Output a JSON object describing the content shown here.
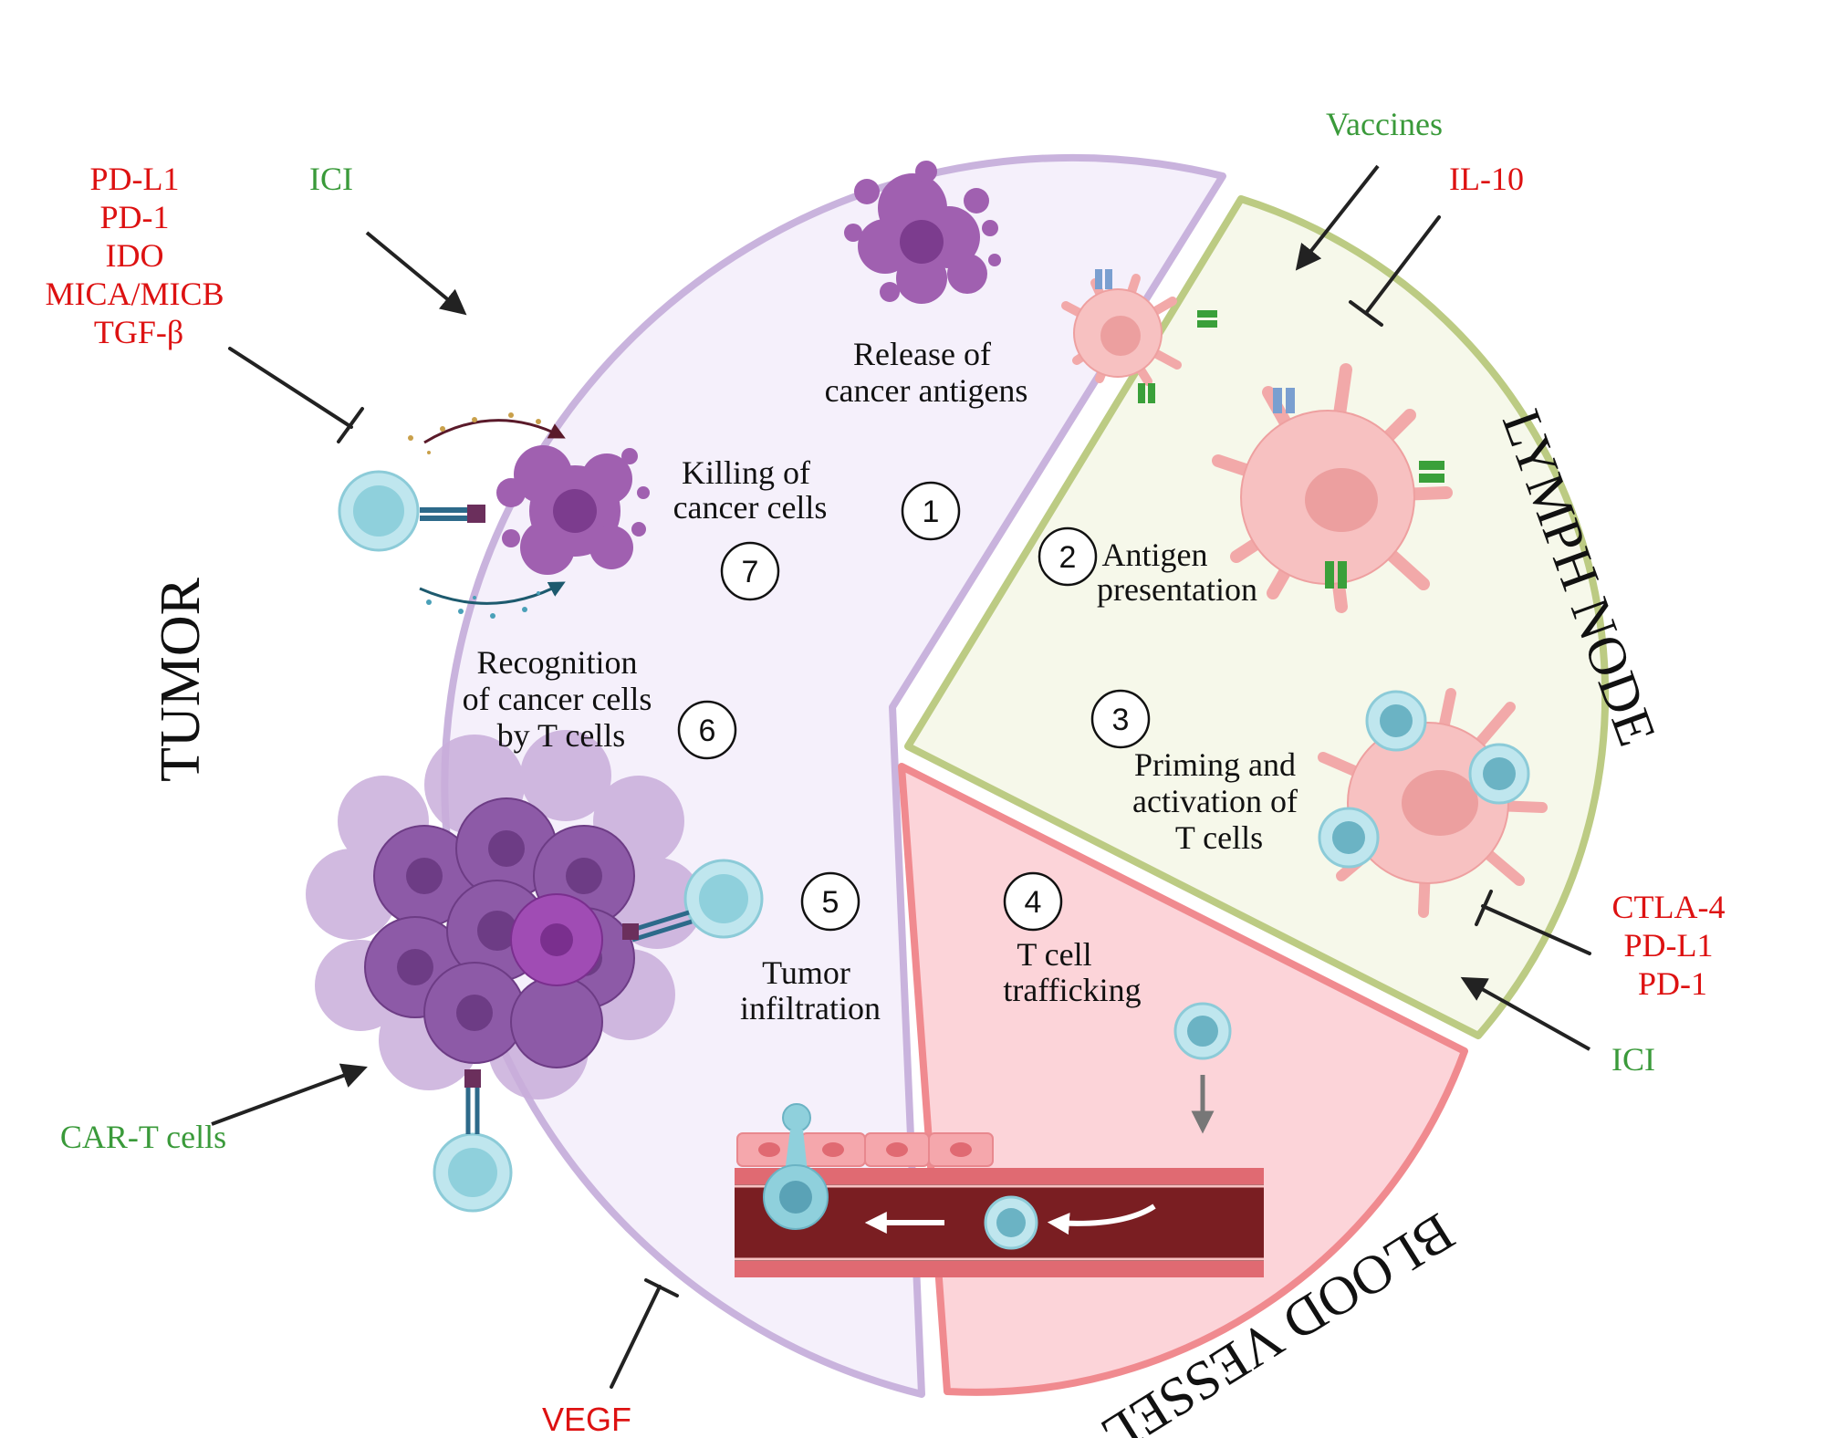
{
  "regions": {
    "tumor": "TUMOR",
    "lymph_node": "LYMPH NODE",
    "blood_vessel": "BLOOD VESSEL"
  },
  "steps": [
    {
      "num": "1",
      "lines": [
        "Release of",
        "cancer antigens"
      ]
    },
    {
      "num": "2",
      "lines": [
        "Antigen",
        "presentation"
      ]
    },
    {
      "num": "3",
      "lines": [
        "Priming and",
        "activation of",
        "T cells"
      ]
    },
    {
      "num": "4",
      "lines": [
        "T cell",
        "trafficking"
      ]
    },
    {
      "num": "5",
      "lines": [
        "Tumor",
        "infiltration"
      ]
    },
    {
      "num": "6",
      "lines": [
        "Recognition",
        "of cancer cells",
        "by T cells"
      ]
    },
    {
      "num": "7",
      "lines": [
        "Killing of",
        "cancer cells"
      ]
    }
  ],
  "stimulators": {
    "ici_tumor": "ICI",
    "vaccines": "Vaccines",
    "car_t": "CAR-T cells",
    "ici_lymph": "ICI"
  },
  "inhibitors": {
    "tumor": [
      "PD-L1",
      "PD-1",
      "IDO",
      "MICA/MICB",
      "TGF-β"
    ],
    "il10": "IL-10",
    "lymph": [
      "CTLA-4",
      "PD-L1",
      "PD-1"
    ],
    "vegf": "VEGF"
  },
  "colors": {
    "stimulator_text": "#3a9a3a",
    "inhibitor_text": "#dd1111",
    "tumor_fill": "#f5f0fb",
    "tumor_border": "#c9b3dd",
    "lymph_fill": "#f6f8ea",
    "lymph_border": "#bccb83",
    "vessel_fill": "#fcd4d9",
    "vessel_border": "#f08a8f"
  },
  "icons": [
    "t-cell-icon",
    "dendritic-cell-icon",
    "cancer-cell-icon",
    "tumor-mass-icon",
    "blood-vessel-icon",
    "stimulate-arrow-icon",
    "inhibit-bar-icon",
    "receptor-icon"
  ]
}
